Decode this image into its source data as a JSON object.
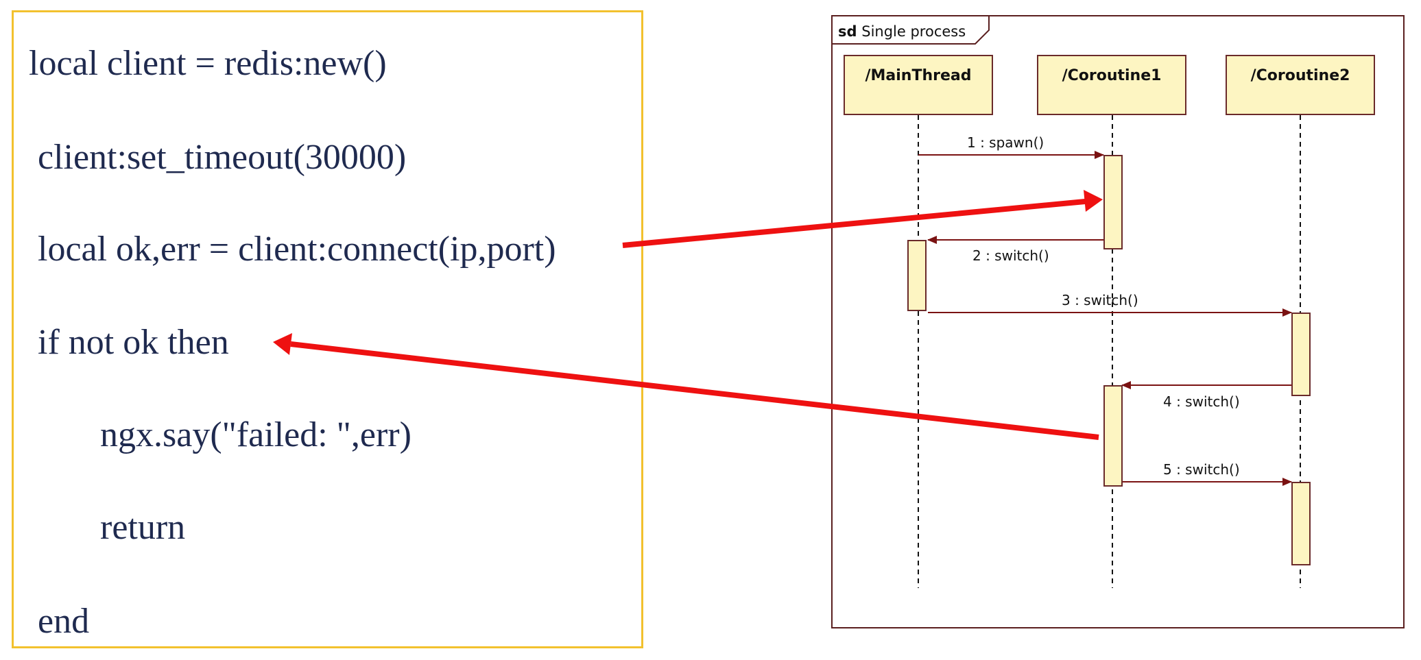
{
  "code": {
    "lines": [
      "local client = redis:new()",
      " client:set_timeout(30000)",
      " local ok,err = client:connect(ip,port)",
      " if not ok then",
      "        ngx.say(\"failed: \",err)",
      "        return",
      " end"
    ]
  },
  "sequence": {
    "frame_keyword": "sd",
    "frame_title": "Single process",
    "lifelines": [
      "/MainThread",
      "/Coroutine1",
      "/Coroutine2"
    ],
    "messages": [
      "1 : spawn()",
      "2 : switch()",
      "3 : switch()",
      "4 : switch()",
      "5 : switch()"
    ]
  },
  "colors": {
    "code_border": "#f2c12e",
    "code_text": "#1f2a4f",
    "frame_border": "#5a1f1f",
    "lifeline_fill": "#fdf5c2",
    "annotation_arrow": "#ee1111"
  }
}
